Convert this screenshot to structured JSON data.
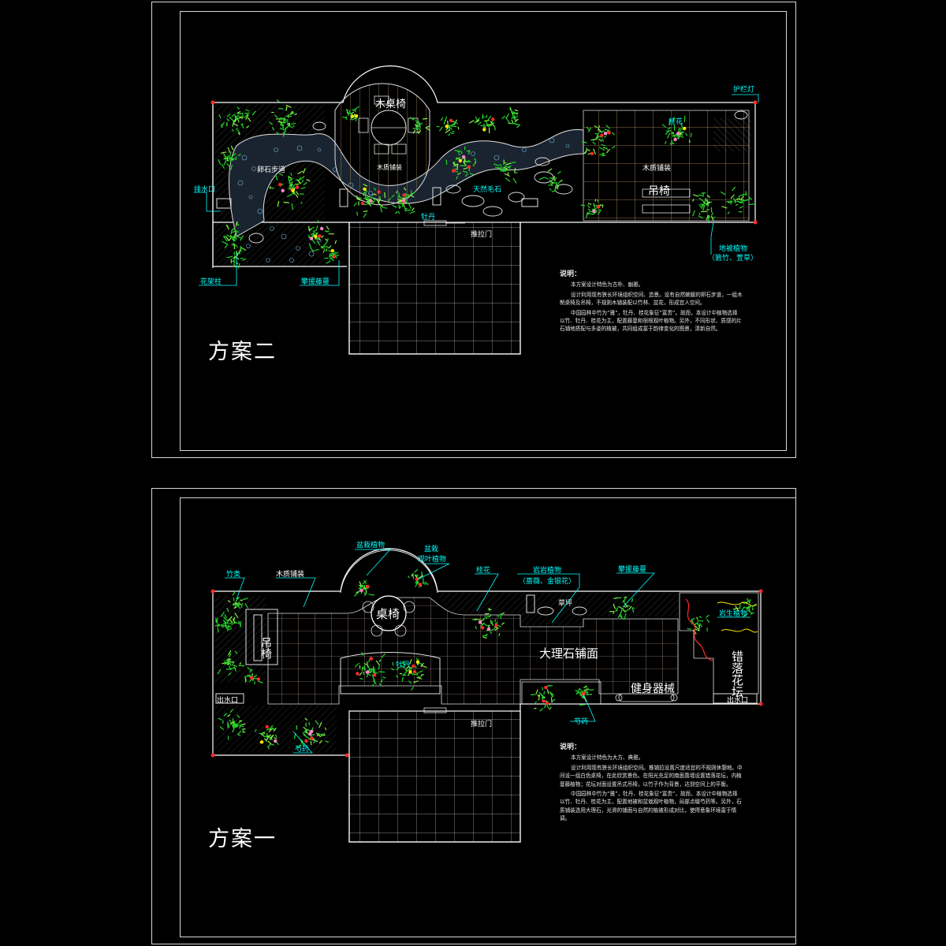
{
  "plan_two": {
    "title": "方案二",
    "labels": {
      "wood_table_chairs": "木桌椅",
      "pebble_path": "卵石步道",
      "wood_paving_round": "木质铺装",
      "wood_paving_right": "木质铺装",
      "swing_chair": "吊椅",
      "natural_stones": "天然毛石",
      "sliding_door": "推拉门"
    },
    "callouts": {
      "railing_light": "护栏灯",
      "drain": "排水口",
      "climbing_vine": "攀援藤蔓",
      "osmanthus": "桂花",
      "peony": "牡丹",
      "ground_cover": "地被植物",
      "ground_cover_sub": "（箬竹、萱草）",
      "flower_column": "花架柱"
    },
    "notes": {
      "heading": "说明：",
      "paragraphs": [
        "本方案设计特色为古朴、幽雅。",
        "设计利用现有狭长环境组织空间、造景。设有自然蜿蜒的卵石步道，一组木制桌椅及吊椅，不规则木铺装配以竹林、盆花，形成宜人空间。",
        "中国园林中竹为“雅”，牡丹、桂花象征“富贵”。故而，本设计中植物选择以竹、牡丹、桂花为主，配置藤蔓和宿根观叶植物。另外，不同形状、质感的片石铺地搭配与多姿的植被，共同组成富于韵律变化的图景，清新自然。"
      ]
    }
  },
  "plan_one": {
    "title": "方案一",
    "labels": {
      "table_chairs": "桌椅",
      "swing_chair": "吊椅",
      "marble_paving": "大理石铺面",
      "fitness": "健身器械",
      "tiered_bed": "错落花坛",
      "drain_left": "出水口",
      "drain_right": "出水口",
      "sliding_door": "推拉门",
      "lawn": "草坪"
    },
    "callouts": {
      "bamboo": "竹类",
      "wood_paving": "木质铺装",
      "potted_plants": "盆栽植物",
      "potted_foliage_1": "盆栽",
      "potted_foliage_2": "观叶植物",
      "osmanthus": "桂花",
      "rock_plants": "岩岩植物",
      "rock_plants_sub": "（蔷薇、金银花）",
      "climbing_vine": "攀援藤蔓",
      "rock_garden_plants": "岩生植物",
      "peony_bed": "牡丹",
      "paeonia_1": "芍药",
      "paeonia_2": "芍药"
    },
    "notes": {
      "heading": "说明：",
      "paragraphs": [
        "本方案设计特色为大方、典雅。",
        "设计利用现有狭长环境组织空间。推铺拉设置尺度适宜的不规则休憩地。中间设一组白色桌椅，在此欣赏景色。在阳光充足的南面靠墙设置错落花坛，内植蔓藤植物；花坛对面设置吊式吊椅，以竹子作为背景，达到空间上的平衡。",
        "中国园林中竹为“雅”，牡丹、桂花象征“富贵”，故而，本设计中植物选择以竹、牡丹、桂花为主，配置地被和盆栽观叶植物，局部点缀芍药等。另外，石质铺装选用大理石，光滑的铺面与自然的植被形成对比，使得意象环境富于情调。"
      ]
    }
  },
  "colors": {
    "background": "#000000",
    "line_white": "#ffffff",
    "callout_cyan": "#00ffff",
    "plant_green": "#22d62a",
    "flower_red": "#ff2a2a",
    "flower_yellow": "#ffe400",
    "stone_blue": "#6fb1d6",
    "hatch_grey": "#9a9a9a"
  }
}
